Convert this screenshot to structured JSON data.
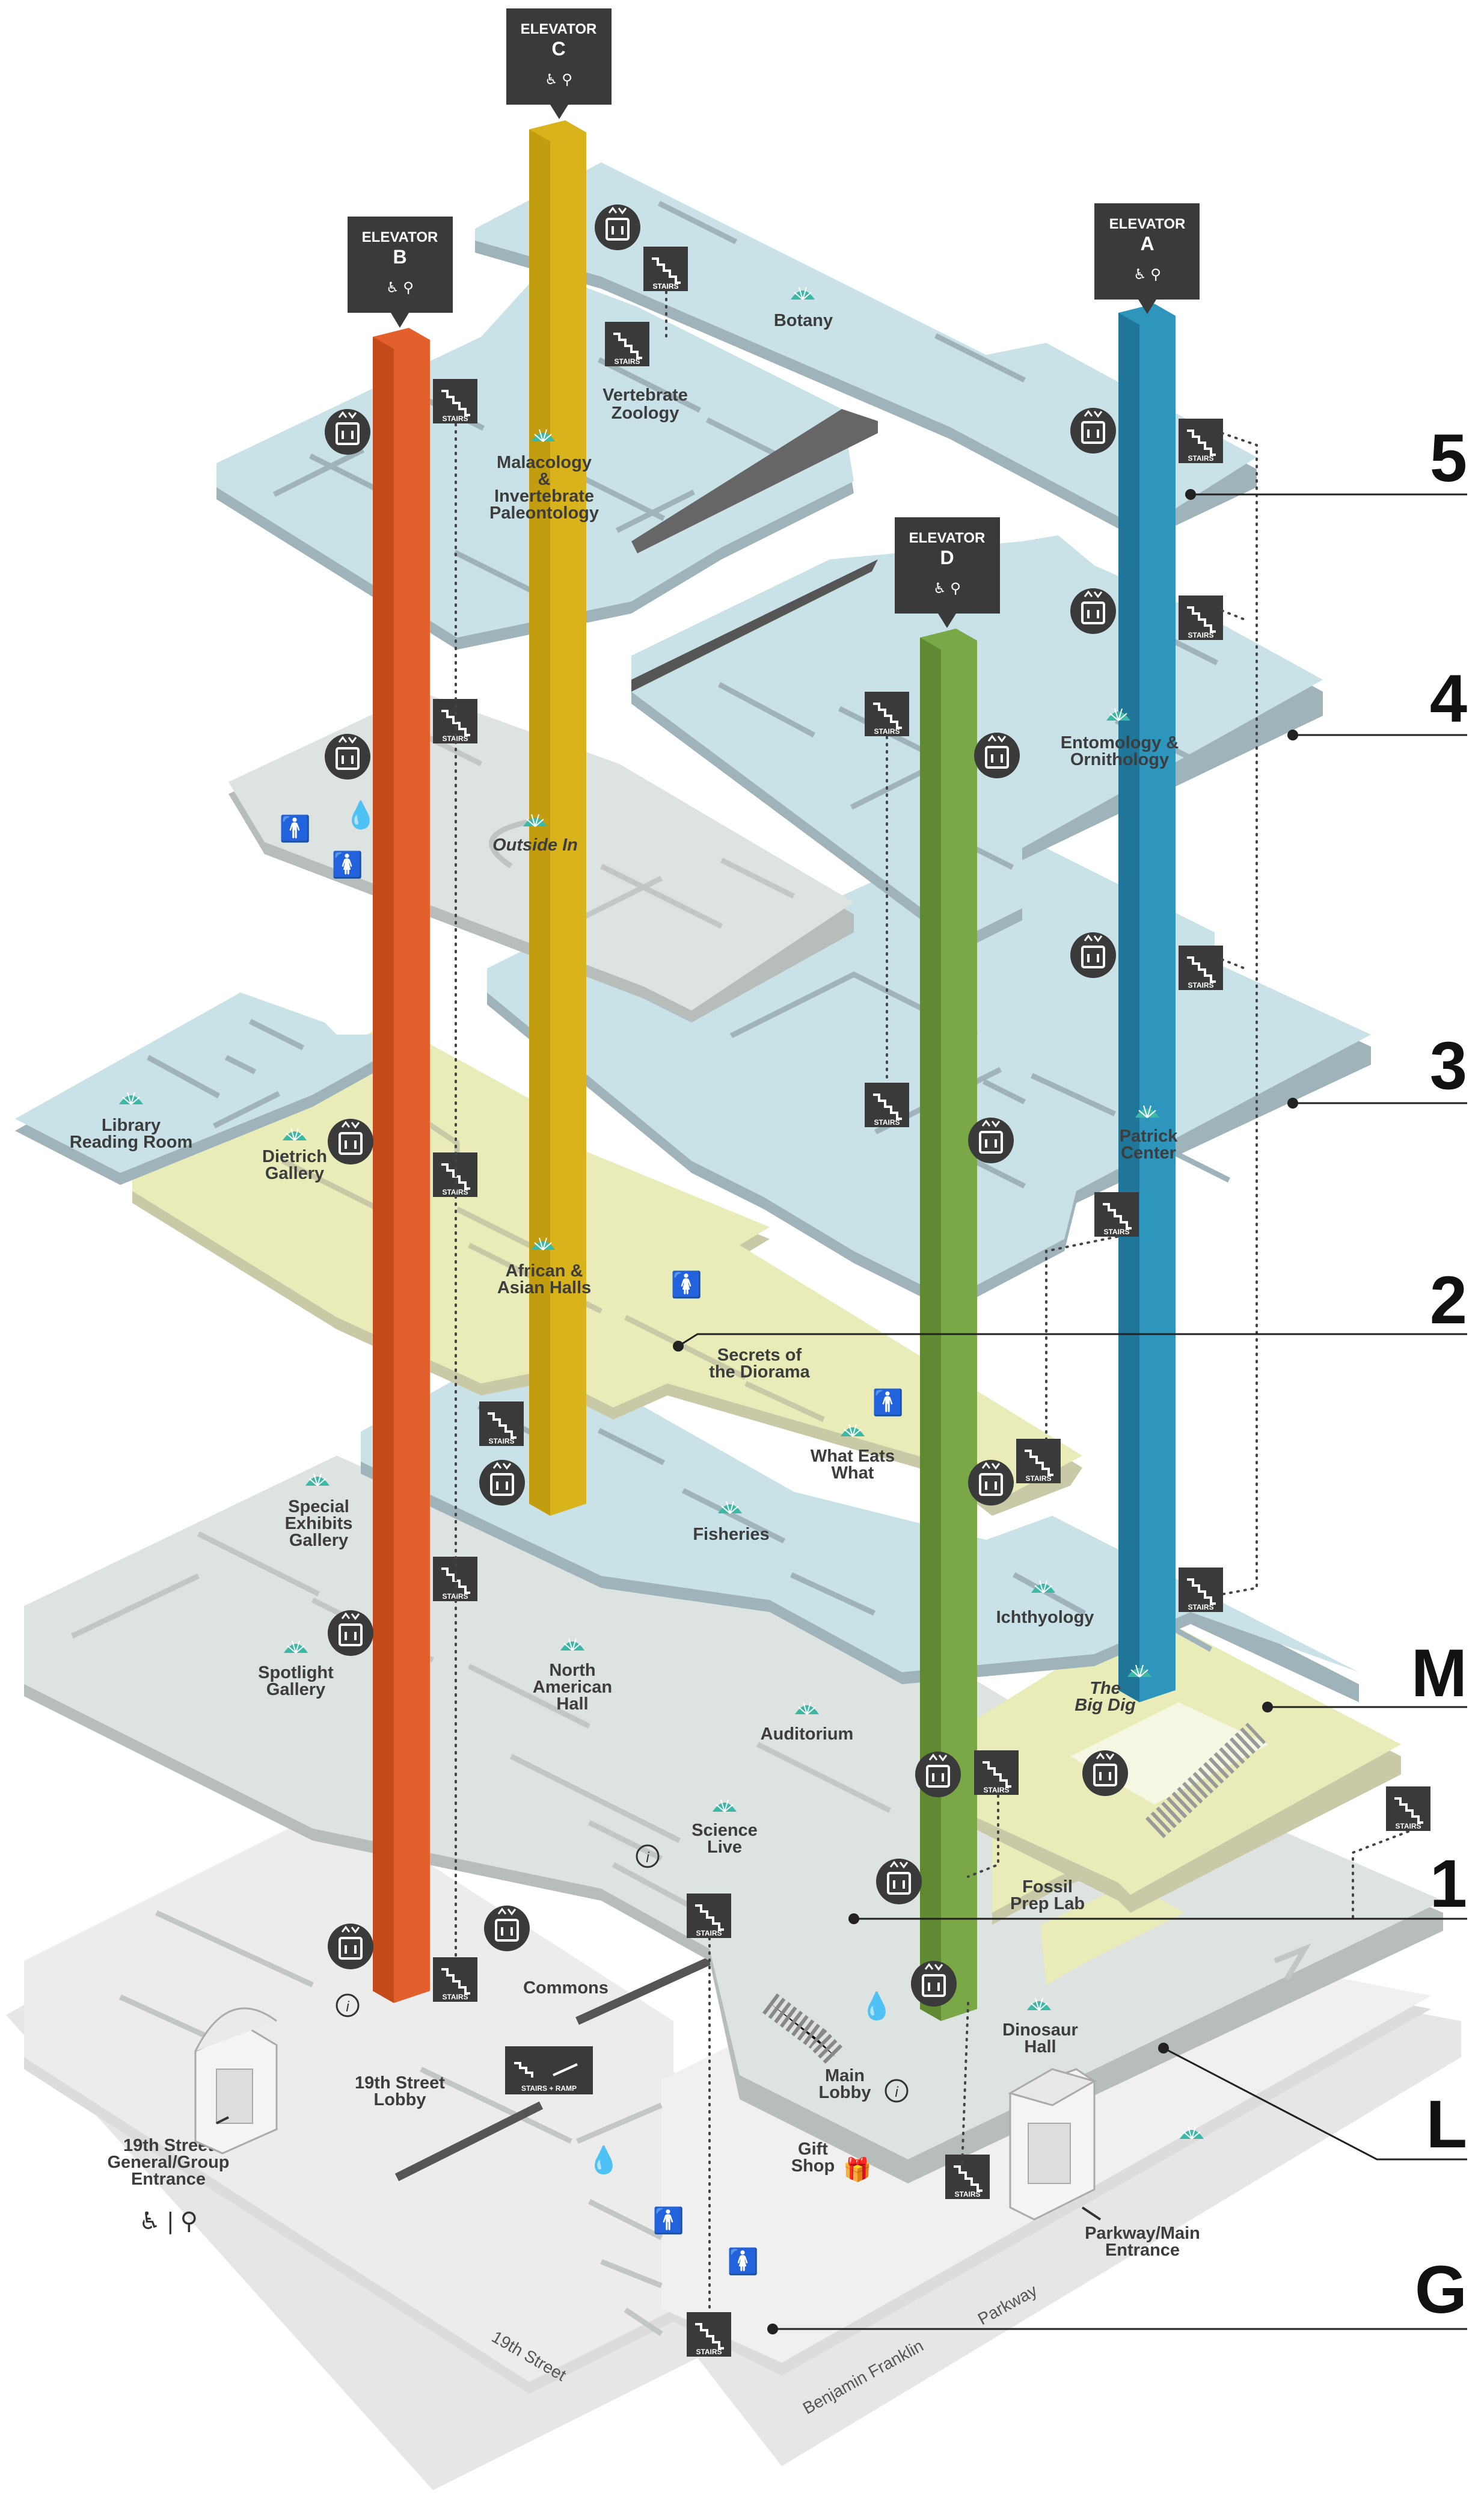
{
  "elevators": [
    {
      "label": "ELEVATOR",
      "letter": "C",
      "color": "#d9b31c"
    },
    {
      "label": "ELEVATOR",
      "letter": "B",
      "color": "#e35f2b"
    },
    {
      "label": "ELEVATOR",
      "letter": "A",
      "color": "#2e95bd"
    },
    {
      "label": "ELEVATOR",
      "letter": "D",
      "color": "#7ba847"
    }
  ],
  "levels": [
    "5",
    "4",
    "3",
    "2",
    "M",
    "1",
    "L",
    "G"
  ],
  "stairs_label": "STAIRS",
  "stairs_ramp_label": "STAIRS + RAMP",
  "rooms": {
    "botany": "Botany",
    "vertebrate_zoology": [
      "Vertebrate",
      "Zoology"
    ],
    "malacology": [
      "Malacology",
      "&",
      "Invertebrate",
      "Paleontology"
    ],
    "entomology": [
      "Entomology &",
      "Ornithology"
    ],
    "outside_in": "Outside In",
    "library": [
      "Library",
      "Reading Room"
    ],
    "dietrich": [
      "Dietrich",
      "Gallery"
    ],
    "patrick": [
      "Patrick",
      "Center"
    ],
    "african_asian": [
      "African &",
      "Asian Halls"
    ],
    "secrets": [
      "Secrets of",
      "the Diorama"
    ],
    "what_eats": [
      "What Eats",
      "What"
    ],
    "special_exhibits": [
      "Special",
      "Exhibits",
      "Gallery"
    ],
    "fisheries": "Fisheries",
    "ichthyology": "Ichthyology",
    "spotlight": [
      "Spotlight",
      "Gallery"
    ],
    "north_american": [
      "North",
      "American",
      "Hall"
    ],
    "big_dig": [
      "The",
      "Big Dig"
    ],
    "auditorium": "Auditorium",
    "science_live": [
      "Science",
      "Live"
    ],
    "fossil_prep": [
      "Fossil",
      "Prep Lab"
    ],
    "commons": "Commons",
    "dinosaur": [
      "Dinosaur",
      "Hall"
    ],
    "nineteenth_lobby": [
      "19th Street",
      "Lobby"
    ],
    "main_lobby": [
      "Main",
      "Lobby"
    ],
    "gift_shop": [
      "Gift",
      "Shop"
    ],
    "nineteenth_entrance": [
      "19th Street",
      "General/Group",
      "Entrance"
    ],
    "parkway_entrance": [
      "Parkway/Main",
      "Entrance"
    ]
  },
  "streets": {
    "nineteenth": "19th Street",
    "ben_franklin": "Benjamin Franklin",
    "parkway": "Parkway"
  },
  "colors": {
    "floor_blue": "#c9e2e8",
    "floor_grey": "#dde3e0",
    "floor_yellow": "#e9ecb8",
    "ground": "#ececec",
    "dark_badge": "#3a3a3a"
  }
}
